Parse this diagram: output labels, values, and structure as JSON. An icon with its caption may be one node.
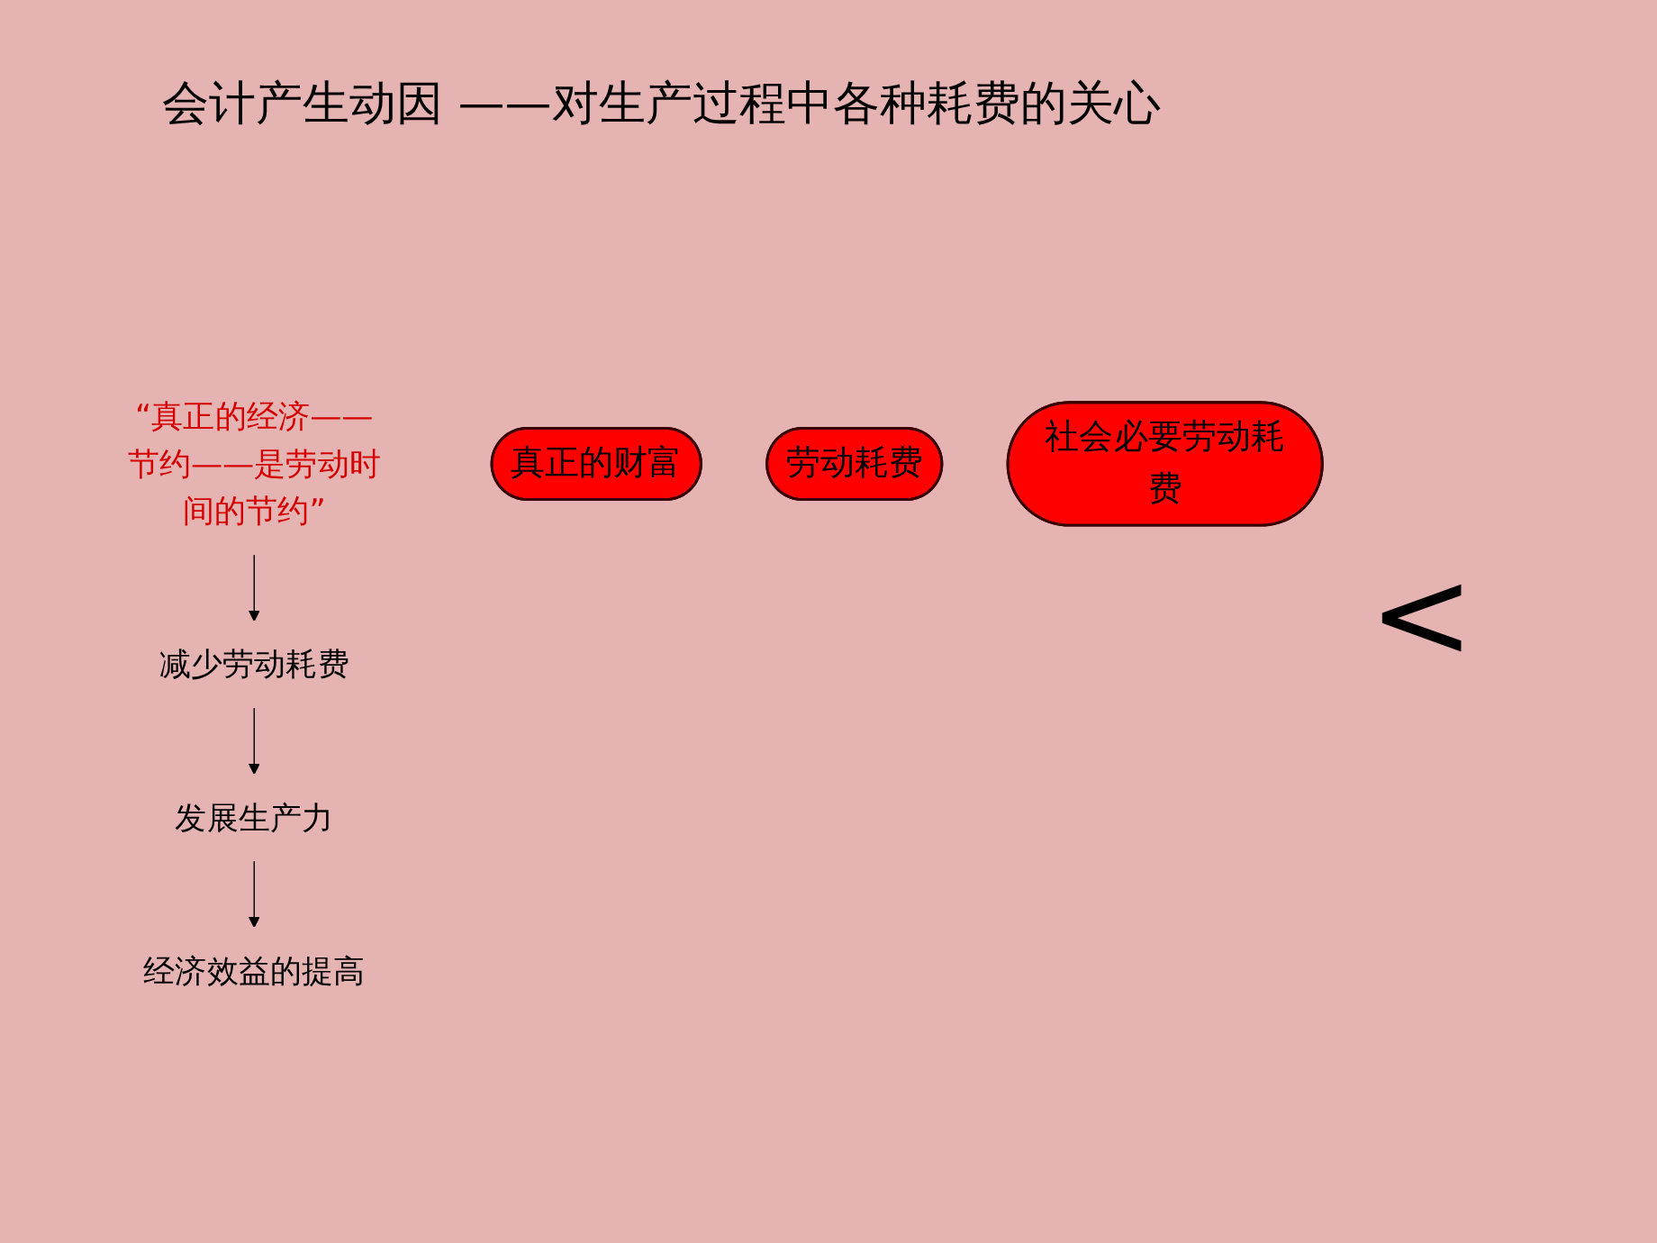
{
  "diagram": {
    "title": "会计产生动因 ——对生产过程中各种耗费的关心",
    "nodes": [
      {
        "text": [
          "“真正的经济——节约——是劳动时间的节约”"
        ]
      },
      {
        "text": [
          "减少劳动耗费"
        ]
      },
      {
        "text": [
          "发展生产力"
        ]
      },
      {
        "text": [
          "经济效益的提高"
        ]
      },
      {
        "text": [
          "真正的财富"
        ]
      },
      {
        "text": [
          "劳动耗费"
        ]
      },
      {
        "text": [
          "社会必要劳动耗费"
        ]
      }
    ],
    "edges": [
      {
        "from": 0,
        "to": 1,
        "arrow": "to"
      },
      {
        "from": 1,
        "to": 2,
        "arrow": "to"
      },
      {
        "from": 2,
        "to": 3,
        "arrow": "to"
      }
    ],
    "labels": [
      "<"
    ]
  }
}
